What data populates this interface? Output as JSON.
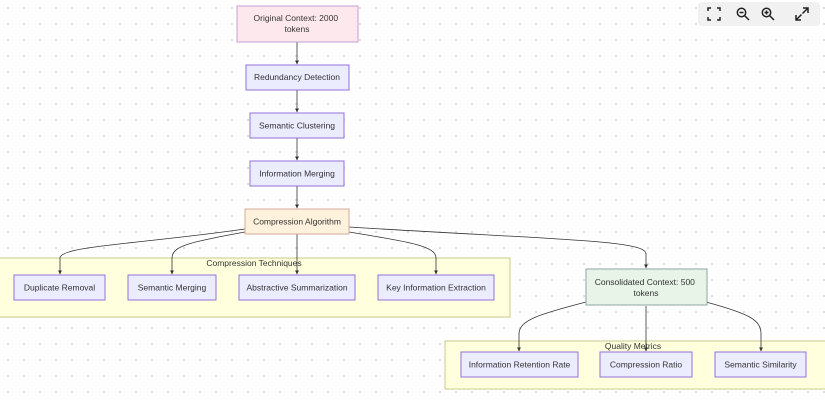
{
  "nodes": {
    "original_context": "Original Context: 2000 tokens",
    "redundancy_detection": "Redundancy Detection",
    "semantic_clustering": "Semantic Clustering",
    "information_merging": "Information Merging",
    "compression_algorithm": "Compression Algorithm",
    "duplicate_removal": "Duplicate Removal",
    "semantic_merging": "Semantic Merging",
    "abstractive_summarization": "Abstractive Summarization",
    "key_information_extraction": "Key Information Extraction",
    "consolidated_context": "Consolidated Context: 500 tokens",
    "information_retention_rate": "Information Retention Rate",
    "compression_ratio": "Compression Ratio",
    "semantic_similarity": "Semantic Similarity"
  },
  "groups": {
    "compression_techniques": "Compression Techniques",
    "quality_metrics": "Quality Metrics"
  },
  "toolbar": [
    {
      "icon": "fullscreen-icon",
      "label": "Fit view"
    },
    {
      "icon": "zoom-out-icon",
      "label": "Zoom out"
    },
    {
      "icon": "zoom-in-icon",
      "label": "Zoom in"
    },
    {
      "icon": "expand-icon",
      "label": "Expand"
    }
  ],
  "colors": {
    "default_fill": "#ececff",
    "default_stroke": "#9370db",
    "original_fill": "#fde8ee",
    "original_stroke": "#c6a0d2",
    "compression_fill": "#fff2dc",
    "compression_stroke": "#d6a89a",
    "consolidated_fill": "#e8f4e8",
    "consolidated_stroke": "#8fa6a0",
    "group_fill": "#ffffde",
    "group_stroke": "#c9c98a",
    "edge": "#333333"
  }
}
